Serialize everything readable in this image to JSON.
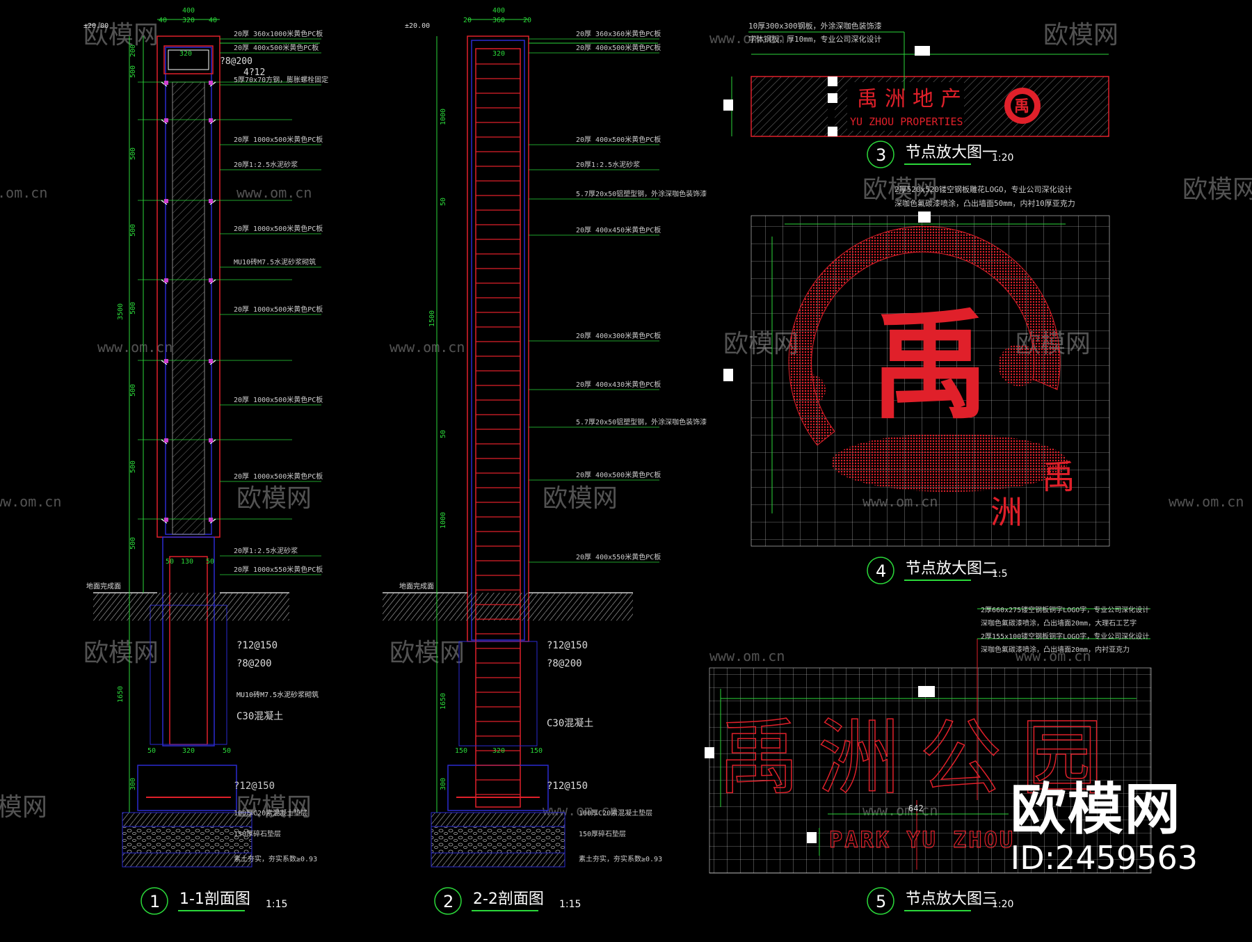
{
  "titles": {
    "s1": {
      "num": "1",
      "name": "1-1剖面图",
      "scale": "1:15"
    },
    "s2": {
      "num": "2",
      "name": "2-2剖面图",
      "scale": "1:15"
    },
    "d3": {
      "num": "3",
      "name": "节点放大图一",
      "scale": "1:20"
    },
    "d4": {
      "num": "4",
      "name": "节点放大图二",
      "scale": "1:5"
    },
    "d5": {
      "num": "5",
      "name": "节点放大图三",
      "scale": "1:20"
    }
  },
  "section1": {
    "level_top": "±20.00",
    "top_dims": [
      "400",
      "40",
      "320",
      "40"
    ],
    "left_dims": [
      "200",
      "500",
      "500",
      "500",
      "500",
      "500",
      "500",
      "500",
      "3500",
      "1650",
      "300"
    ],
    "inner_dims": [
      "320",
      "?8@200",
      "4?12",
      "50",
      "130",
      "50",
      "50",
      "320",
      "50"
    ],
    "labels": [
      "20厚 360x1000米黄色PC板",
      "20厚 400x500米黄色PC板",
      "5厚70x70方钢，膨胀螺栓固定",
      "20厚 1000x500米黄色PC板",
      "20厚1:2.5水泥砂浆",
      "20厚 1000x500米黄色PC板",
      "MU10砖M7.5水泥砂浆砌筑",
      "20厚 1000x500米黄色PC板",
      "20厚 1000x500米黄色PC板",
      "20厚 1000x500米黄色PC板",
      "20厚1:2.5水泥砂浆",
      "20厚 1000x550米黄色PC板"
    ],
    "ground": "地面完成面",
    "foot_labels": [
      "?12@150",
      "?8@200",
      "MU10砖M7.5水泥砂浆砌筑",
      "C30混凝土",
      "?12@150",
      "100厚C20素混凝土垫层",
      "150厚碎石垫层",
      "素土夯实，夯实系数≥0.93"
    ]
  },
  "section2": {
    "level_top": "±20.00",
    "top_dims": [
      "400",
      "20",
      "360",
      "20"
    ],
    "left_dims": [
      "1000",
      "50",
      "1500",
      "50",
      "1000",
      "1650",
      "300"
    ],
    "inner_dims": [
      "320",
      "150",
      "320",
      "150"
    ],
    "labels": [
      "20厚 360x360米黄色PC板",
      "20厚 400x500米黄色PC板",
      "20厚 400x500米黄色PC板",
      "20厚1:2.5水泥砂浆",
      "5.7厚20x50铝塑型钢，外涂深咖色装饰漆",
      "20厚 400x450米黄色PC板",
      "20厚 400x300米黄色PC板",
      "20厚 400x430米黄色PC板",
      "5.7厚20x50铝塑型钢，外涂深咖色装饰漆",
      "20厚 400x500米黄色PC板",
      "20厚 400x550米黄色PC板"
    ],
    "ground": "地面完成面",
    "foot_labels": [
      "?12@150",
      "?8@200",
      "C30混凝土",
      "?12@150",
      "100厚C20素混凝土垫层",
      "150厚碎石垫层",
      "素土夯实，夯实系数≥0.93"
    ]
  },
  "detail3": {
    "notes": [
      "10厚300x300钢板，外涂深咖色装饰漆",
      "字体钢板，厚10mm，专业公司深化设计"
    ],
    "sign_cn": "禹洲地产",
    "sign_en": "YU ZHOU PROPERTIES",
    "logo_char": "禹"
  },
  "detail4": {
    "notes": [
      "2厚520x520镂空钢板雕花LOGO，专业公司深化设计",
      "深咖色氟碳漆喷涂，凸出墙面50mm，内衬10厚亚克力"
    ],
    "logo_char": "禹",
    "small_chars": [
      "禹",
      "洲"
    ]
  },
  "detail5": {
    "notes": [
      "2厚660x275镂空钢板铜字LOGO字，专业公司深化设计",
      "深咖色氟碳漆喷涂，凸出墙面20mm，大理石工艺字",
      "2厚155x100镂空钢板铜字LOGO字，专业公司深化设计",
      "深咖色氟碳漆喷涂，凸出墙面20mm，内衬亚克力"
    ],
    "chars": [
      "禹",
      "洲",
      "公",
      "园"
    ],
    "en": "PARK   YU ZHOU",
    "dim": "642"
  },
  "watermark": {
    "url": "www.om.cn",
    "name": "欧模网"
  },
  "brand": {
    "name": "欧模网",
    "id": "ID:2459563"
  },
  "colors": {
    "bg": "#000000",
    "green": "#2bd93a",
    "red": "#e0202a",
    "blue": "#2a2ad0",
    "white": "#ffffff",
    "magenta": "#d040d0"
  }
}
